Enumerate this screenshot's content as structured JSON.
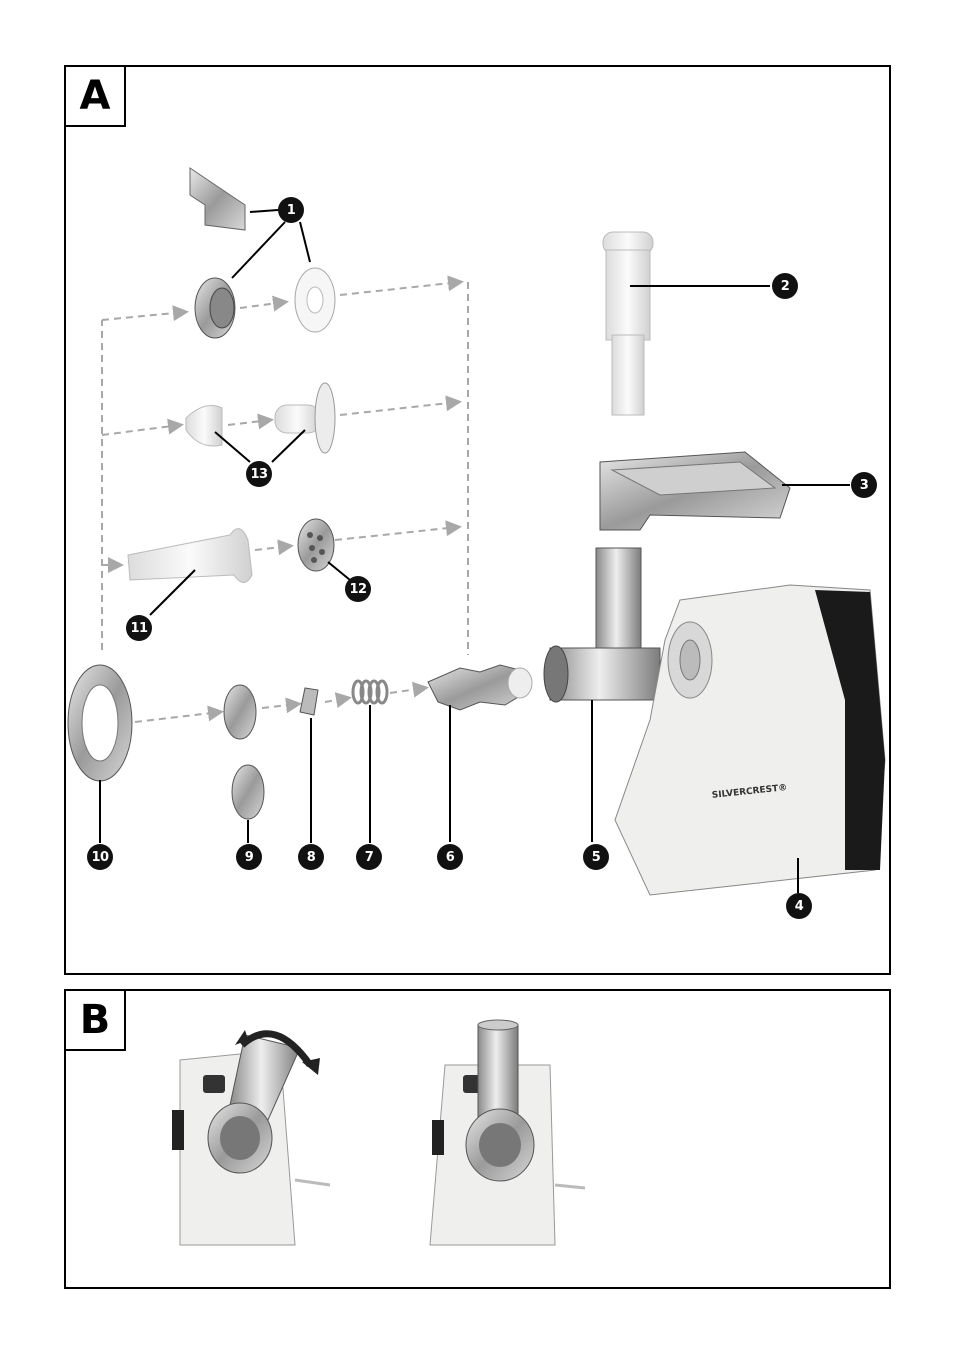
{
  "panels": [
    {
      "id": "A",
      "label": "A"
    },
    {
      "id": "B",
      "label": "B"
    }
  ],
  "callouts": [
    "1",
    "2",
    "3",
    "4",
    "5",
    "6",
    "7",
    "8",
    "9",
    "10",
    "11",
    "12",
    "13"
  ],
  "brand_label": "SILVERCREST®",
  "colors": {
    "outline": "#000000",
    "callout_fill": "#111111",
    "guide_lines": "#a8a8a8",
    "metal": "#b8b8b8",
    "body_white": "#f2f2f0",
    "body_dark": "#1a1a1a"
  }
}
